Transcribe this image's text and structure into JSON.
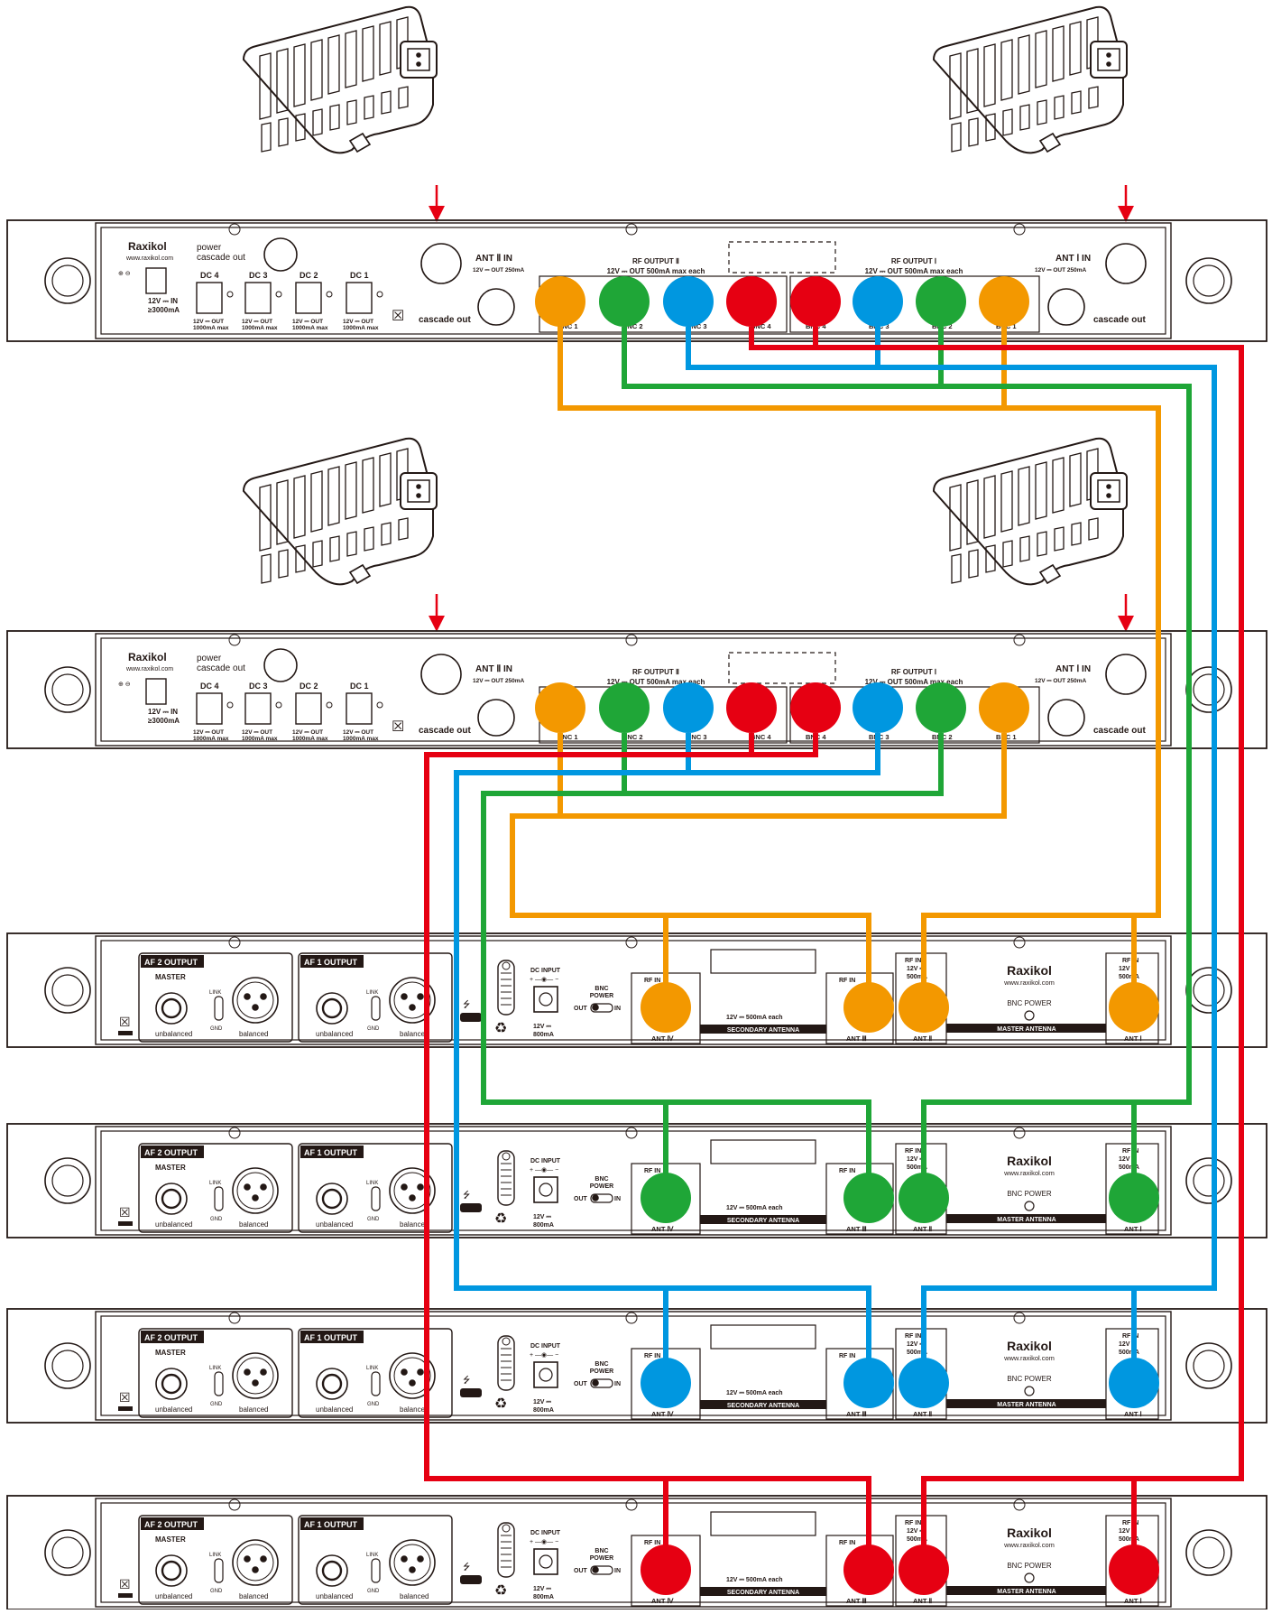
{
  "colors": {
    "orange": "#f39800",
    "green": "#1fa637",
    "blue": "#0097e0",
    "red": "#e60012",
    "arrow": "#e60012",
    "outline": "#231815"
  },
  "splitter": {
    "brand": "Raxikol",
    "url": "www.raxikol.com",
    "power_cascade_out": [
      "power",
      "cascade out"
    ],
    "dc_ports": [
      "DC 4",
      "DC 3",
      "DC 2",
      "DC 1"
    ],
    "dc_spec": [
      "12V ⎓ OUT",
      "1000mA max"
    ],
    "power_in": [
      "12V ⎓ IN",
      "≥3000mA"
    ],
    "ant2_in": "ANT Ⅱ IN",
    "ant1_in": "ANT Ⅰ IN",
    "ant_spec": "12V ⎓ OUT 250mA",
    "rf_output2": [
      "RF OUTPUT Ⅱ",
      "12V ⎓ OUT 500mA max each"
    ],
    "rf_output1": [
      "RF OUTPUT Ⅰ",
      "12V ⎓ OUT 500mA max each"
    ],
    "cascade_out": "cascade out",
    "bnc_labels_left": [
      "BNC 1",
      "BNC 2",
      "BNC 3",
      "BNC 4"
    ],
    "bnc_labels_right": [
      "BNC 4",
      "BNC 3",
      "BNC 2",
      "BNC 1"
    ]
  },
  "receiver": {
    "af2_output": "AF 2 OUTPUT",
    "af1_output": "AF 1 OUTPUT",
    "master": "MASTER",
    "link": "LINK",
    "gnd": "GND",
    "unbalanced": "unbalanced",
    "balanced": "balanced",
    "dc_input": "DC INPUT",
    "power_spec": [
      "12V ⎓",
      "800mA"
    ],
    "bnc_power": [
      "BNC",
      "POWER"
    ],
    "out_in": [
      "OUT",
      "IN"
    ],
    "rf_in": "RF IN",
    "ant_labels": [
      "ANT Ⅳ",
      "ANT Ⅲ",
      "ANT Ⅱ",
      "ANT Ⅰ"
    ],
    "ant_power": [
      "12V ⎓",
      "500mA"
    ],
    "secondary_spec": "12V ⎓ 500mA each",
    "secondary_antenna": "SECONDARY ANTENNA",
    "master_antenna": "MASTER ANTENNA",
    "bnc_power_label": "BNC POWER",
    "brand": "Raxikol",
    "url": "www.raxikol.com"
  }
}
